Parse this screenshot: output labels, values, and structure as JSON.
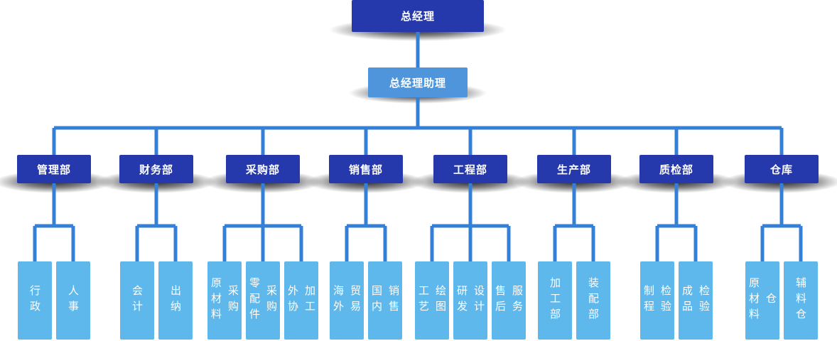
{
  "tree": {
    "root": {
      "label": "总经理"
    },
    "assistant": {
      "label": "总经理助理"
    },
    "departments": [
      {
        "label": "管理部",
        "children": [
          {
            "label": "行政"
          },
          {
            "label": "人事"
          }
        ]
      },
      {
        "label": "财务部",
        "children": [
          {
            "label": "会计"
          },
          {
            "label": "出纳"
          }
        ]
      },
      {
        "label": "采购部",
        "children": [
          {
            "label": "原材料\n采购"
          },
          {
            "label": "零配件\n采购"
          },
          {
            "label": "外协\n加工"
          }
        ]
      },
      {
        "label": "销售部",
        "children": [
          {
            "label": "海外\n贸易"
          },
          {
            "label": "国内\n销售"
          }
        ]
      },
      {
        "label": "工程部",
        "children": [
          {
            "label": "工艺\n绘图"
          },
          {
            "label": "研发\n设计"
          },
          {
            "label": "售后\n服务"
          }
        ]
      },
      {
        "label": "生产部",
        "children": [
          {
            "label": "加工部"
          },
          {
            "label": "装配部"
          }
        ]
      },
      {
        "label": "质检部",
        "children": [
          {
            "label": "制程\n检验"
          },
          {
            "label": "成品\n检验"
          }
        ]
      },
      {
        "label": "仓库",
        "children": [
          {
            "label": "原材料\n仓"
          },
          {
            "label": "辅料仓"
          }
        ]
      }
    ],
    "colors": {
      "level1_box": "#2639ac",
      "level2_box": "#4e95db",
      "leaf_box": "#5eb8ec",
      "connector": "#3580d7",
      "text": "#ffffff"
    }
  }
}
